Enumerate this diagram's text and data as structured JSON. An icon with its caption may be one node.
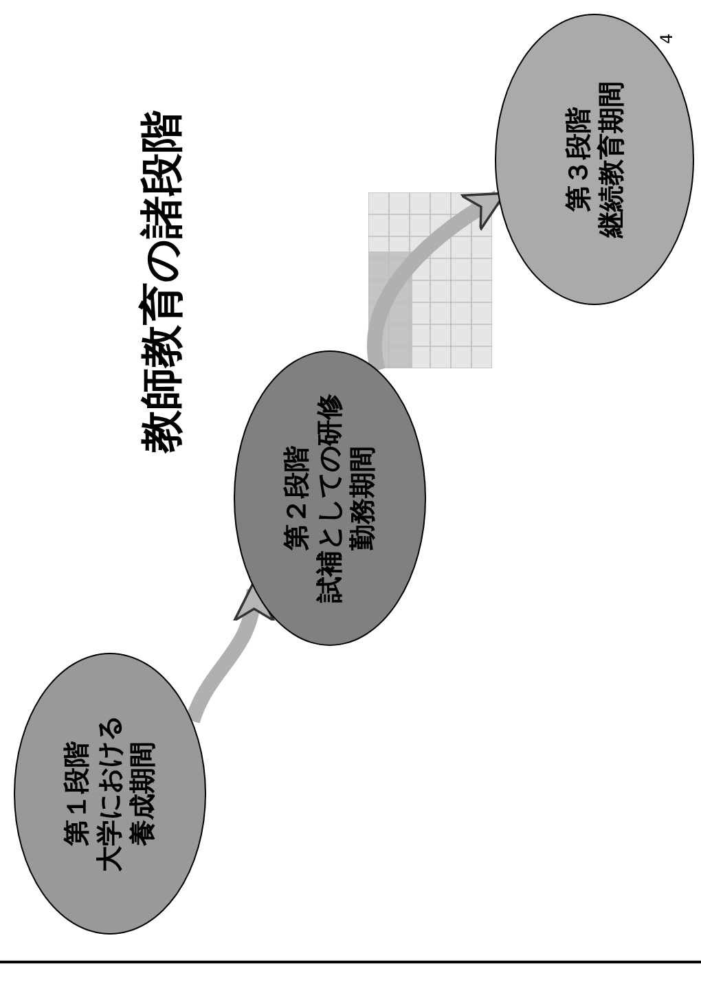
{
  "diagram": {
    "title": "教師教育の諸段階",
    "nodes": [
      {
        "text": [
          "第１段階",
          "大学における養成期間"
        ]
      },
      {
        "text": [
          "第２段階",
          "試補としての研修勤務期間"
        ]
      },
      {
        "text": [
          "第３段階",
          "継続教育期間"
        ]
      }
    ],
    "edges": [
      {
        "from": 0,
        "to": 1,
        "arrow": "to"
      },
      {
        "from": 1,
        "to": 2,
        "arrow": "to"
      }
    ],
    "labels": [
      "4"
    ]
  }
}
